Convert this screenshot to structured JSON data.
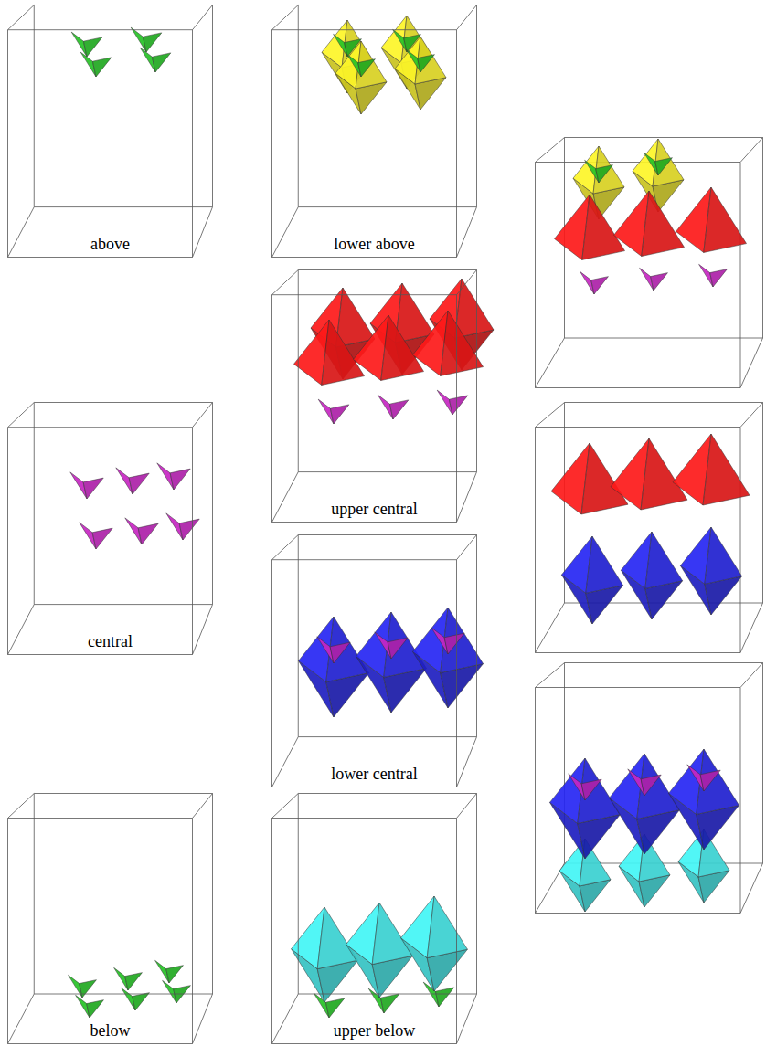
{
  "diagram": {
    "nodes": [
      {
        "text": [
          "above"
        ]
      },
      {
        "text": [
          "lower above"
        ]
      },
      {
        "text": [
          "upper central"
        ]
      },
      {
        "text": [
          "central"
        ]
      },
      {
        "text": [
          "lower central"
        ]
      },
      {
        "text": [
          "below"
        ]
      },
      {
        "text": [
          "upper below"
        ]
      }
    ]
  }
}
